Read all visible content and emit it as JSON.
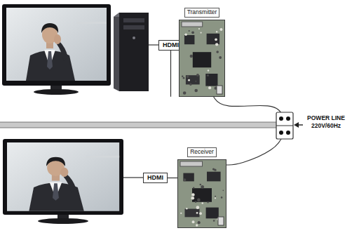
{
  "diagram": {
    "nodes": [
      {
        "text": [
          "HDMI"
        ]
      },
      {
        "text": [
          "Transmitter"
        ]
      },
      {
        "text": [
          "HDMI"
        ]
      },
      {
        "text": [
          "Receiver"
        ]
      }
    ],
    "edges": [
      {
        "from": 0,
        "to": 1,
        "arrow": "none"
      },
      {
        "from": 2,
        "to": 3,
        "arrow": "none"
      },
      {
        "from": 1,
        "to": 3,
        "arrow": "none"
      }
    ],
    "labels": [
      "POWER LINE 220V/60Hz"
    ]
  }
}
